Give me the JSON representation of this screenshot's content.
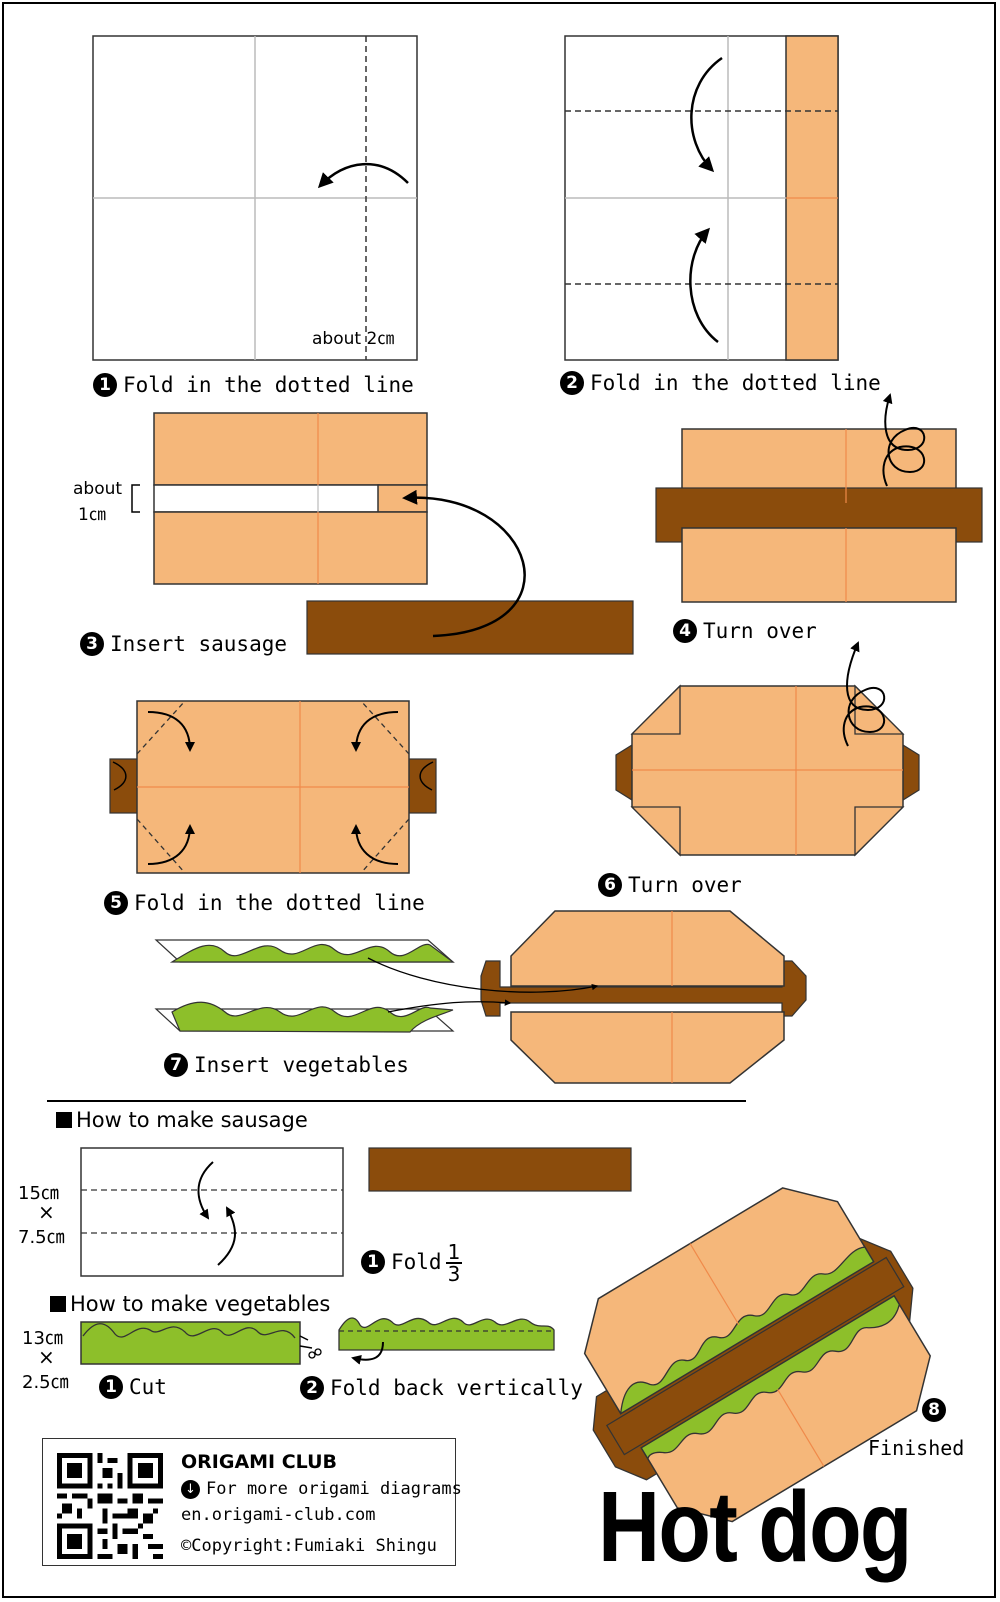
{
  "steps": {
    "s1": {
      "num": "1",
      "text": "Fold in the dotted line"
    },
    "s1_note": "about 2㎝",
    "s2": {
      "num": "2",
      "text": "Fold in the dotted line"
    },
    "s3": {
      "num": "3",
      "text": "Insert sausage"
    },
    "s3_note_1": "about",
    "s3_note_2": "1㎝",
    "s4": {
      "num": "4",
      "text": "Turn over"
    },
    "s5": {
      "num": "5",
      "text": "Fold in the dotted line"
    },
    "s6": {
      "num": "6",
      "text": "Turn over"
    },
    "s7": {
      "num": "7",
      "text": "Insert vegetables"
    },
    "s8": {
      "num": "8",
      "text": "Finished"
    }
  },
  "sausage": {
    "heading": "How to make sausage",
    "size_w": "15㎝",
    "size_x": "×",
    "size_h": "7.5㎝",
    "step_num": "1",
    "step_text": "Fold",
    "frac_num": "1",
    "frac_den": "3"
  },
  "vegetables": {
    "heading": "How to make vegetables",
    "size_w": "13㎝",
    "size_x": "×",
    "size_h": "2.5㎝",
    "s1_num": "1",
    "s1_text": "Cut",
    "s2_num": "2",
    "s2_text": "Fold back vertically"
  },
  "credit": {
    "org": "ORIGAMI CLUB",
    "line1": "For more origami diagrams",
    "line2": "en.origami-club.com",
    "line3": "©Copyright:Fumiaki Shingu",
    "download_icon": "down-arrow-icon"
  },
  "title": "Hot dog",
  "colors": {
    "bun": "#f5b77a",
    "sausage": "#8b4c0c",
    "lettuce": "#8dbf2a",
    "crease": "#f08a4a"
  }
}
